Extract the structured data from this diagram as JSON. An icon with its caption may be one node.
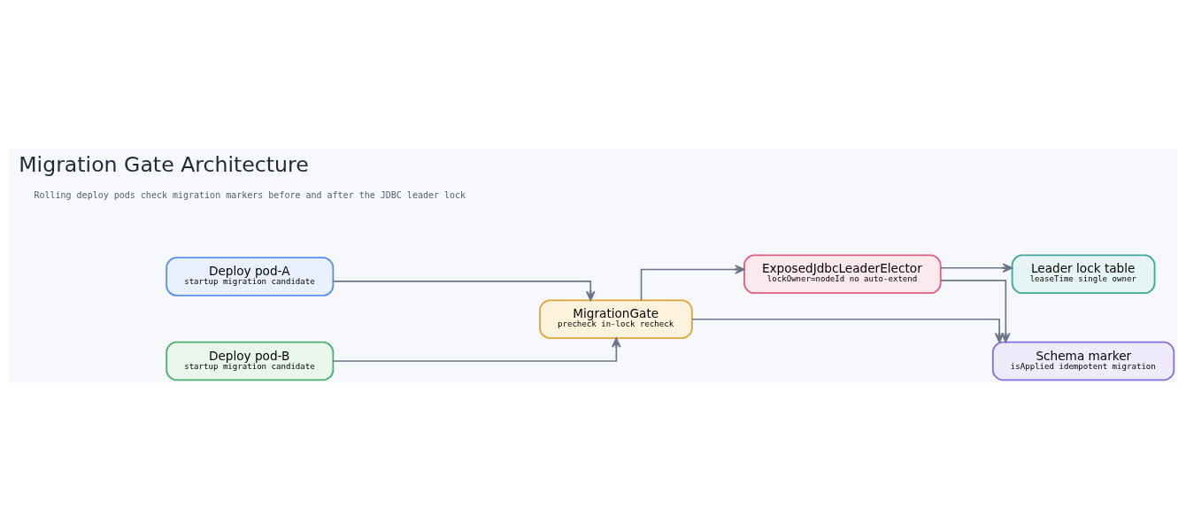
{
  "diagram": {
    "title": "Migration Gate Architecture",
    "nodes": [
      {
        "text": [
          "Deploy pod-A",
          "startup migration candidate"
        ]
      },
      {
        "text": [
          "Deploy pod-B",
          "startup migration candidate"
        ]
      },
      {
        "text": [
          "MigrationGate",
          "precheck in-lock recheck"
        ]
      },
      {
        "text": [
          "ExposedJdbcLeaderElector",
          "lockOwner=nodeId no auto-extend"
        ]
      },
      {
        "text": [
          "Leader lock table",
          "leaseTime single owner"
        ]
      },
      {
        "text": [
          "Schema marker",
          "isApplied idempotent migration"
        ]
      }
    ],
    "edges": [
      {
        "from": 0,
        "to": 2,
        "arrow": "to"
      },
      {
        "from": 1,
        "to": 2,
        "arrow": "to"
      },
      {
        "from": 2,
        "to": 3,
        "arrow": "to"
      },
      {
        "from": 3,
        "to": 4,
        "arrow": "to"
      },
      {
        "from": 3,
        "to": 5,
        "arrow": "to"
      },
      {
        "from": 2,
        "to": 5,
        "arrow": "to"
      }
    ],
    "labels": [
      "Rolling deploy pods check migration markers before and after the JDBC leader lock"
    ]
  }
}
